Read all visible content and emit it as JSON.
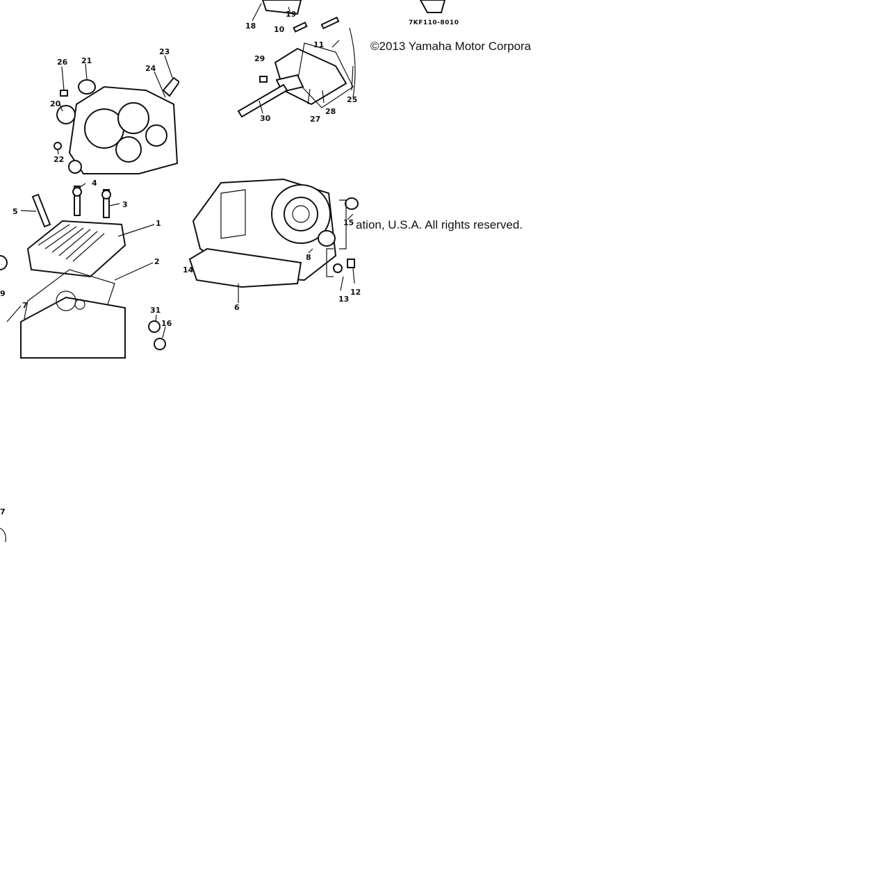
{
  "copyright": {
    "line_a": "©2013 Yamaha Motor Corpora",
    "line_b": "ation, U.S.A. All rights reserved."
  },
  "drawing_code": "7KF110-8010",
  "callouts": {
    "c1": "1",
    "c2": "2",
    "c3": "3",
    "c4": "4",
    "c5": "5",
    "c6": "6",
    "c7": "7",
    "c8": "8",
    "c9": "9",
    "c10": "10",
    "c11": "11",
    "c12": "12",
    "c13": "13",
    "c14": "14",
    "c15": "15",
    "c16": "16",
    "c18": "18",
    "c19": "19",
    "c20": "20",
    "c21": "21",
    "c22": "22",
    "c23": "23",
    "c24": "24",
    "c25": "25",
    "c26": "26",
    "c27": "27",
    "c28": "28",
    "c29": "29",
    "c30": "30",
    "c31": "31",
    "c7b": "7"
  }
}
